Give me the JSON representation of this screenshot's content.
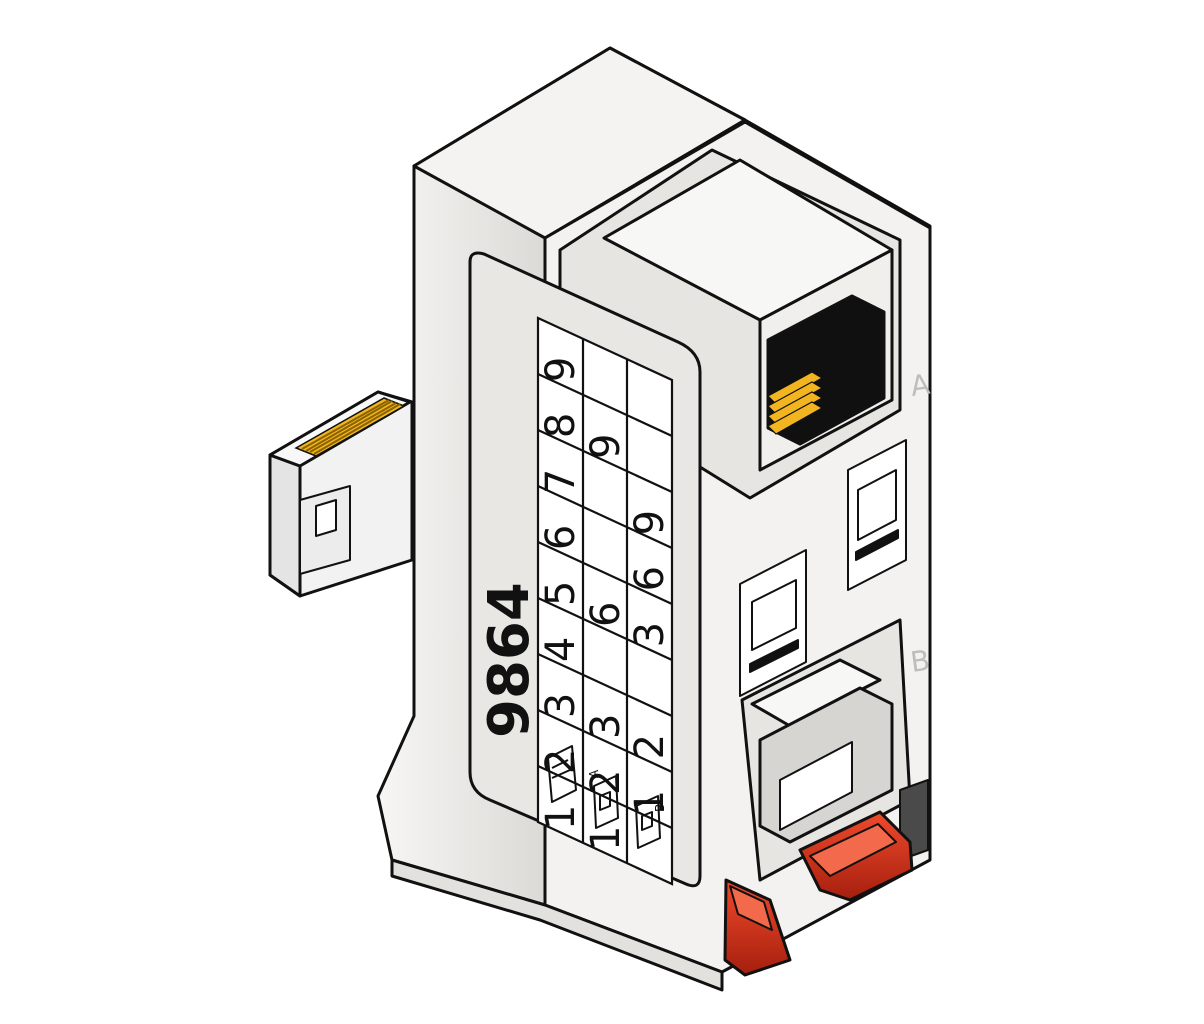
{
  "product_number": "9864",
  "ports": [
    {
      "id": "A",
      "label": "A"
    },
    {
      "id": "B",
      "label": "B"
    }
  ],
  "pin_table": {
    "rows": [
      {
        "id": "plug",
        "icon": "plug-icon",
        "pins": [
          "1",
          "2",
          "3",
          "4",
          "5",
          "6",
          "7",
          "8",
          "9"
        ]
      },
      {
        "id": "jack-a",
        "icon": "jack-a-icon",
        "tag": "A",
        "pins": [
          "1",
          "2",
          "3",
          "",
          "6",
          "",
          "",
          "9"
        ]
      },
      {
        "id": "jack-b",
        "icon": "jack-b-icon",
        "tag": "B",
        "pins": [
          "",
          "1",
          "2",
          "",
          "3",
          "6",
          "9"
        ]
      }
    ]
  },
  "colors": {
    "body": "#f0efed",
    "body_shade": "#dcdad6",
    "label_panel": "#e9e7e3",
    "contacts": "#f2b51f",
    "latch_red": "#d6301a",
    "dark_band": "#4a4a4a"
  },
  "icons": [
    "plug-icon",
    "jack-a-icon",
    "jack-b-icon",
    "computer-icon"
  ]
}
